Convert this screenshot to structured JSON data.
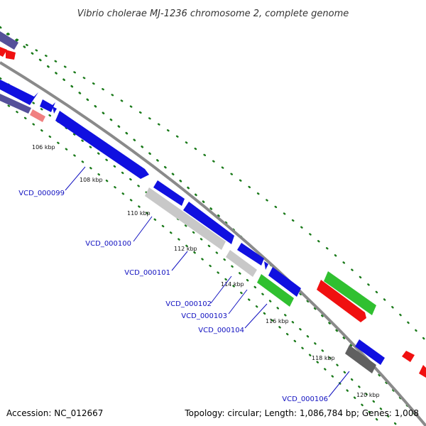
{
  "title": "Vibrio cholerae MJ-1236 chromosome 2, complete genome",
  "footer": {
    "accession": "Accession: NC_012667",
    "summary": "Topology: circular; Length: 1,086,784 bp; Genes: 1,008"
  },
  "ticks": [
    "106 kbp",
    "108 kbp",
    "110 kbp",
    "112 kbp",
    "114 kbp",
    "116 kbp",
    "118 kbp",
    "120 kbp"
  ],
  "gene_labels": [
    "VCD_000099",
    "VCD_000100",
    "VCD_000101",
    "VCD_000102",
    "VCD_000103",
    "VCD_000104",
    "VCD_000106"
  ],
  "colors": {
    "backbone": "#8a8a8a",
    "cds_forward": "#1010e0",
    "cds_reverse": "#f01010",
    "rna": "#30c030",
    "pseudo_light": "#c8c8c8",
    "pseudo_dark": "#606060",
    "faded_blue": "#55509a",
    "faded_red": "#f08080",
    "gc_dots": "#1a7a1a",
    "label_link": "#1010c0"
  }
}
